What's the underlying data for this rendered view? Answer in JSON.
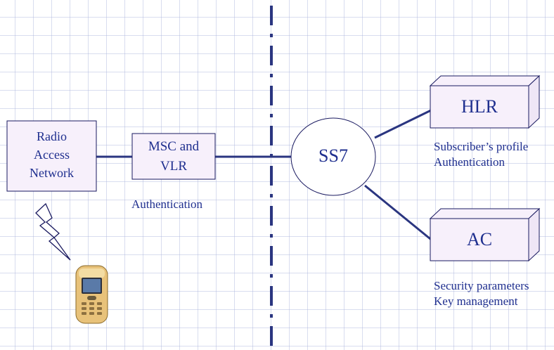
{
  "nodes": {
    "ran": {
      "label_lines": [
        "Radio",
        "Access",
        "Network"
      ]
    },
    "msc_vlr": {
      "label_lines": [
        "MSC and",
        "VLR"
      ],
      "caption": "Authentication"
    },
    "ss7": {
      "label": "SS7"
    },
    "hlr": {
      "label": "HLR",
      "caption_lines": [
        "Subscriber’s profile",
        "Authentication"
      ]
    },
    "ac": {
      "label": "AC",
      "caption_lines": [
        "Security parameters",
        "Key management"
      ]
    }
  },
  "colors": {
    "line": "#2a3580",
    "text": "#1f2f8f",
    "box_fill": "#f7f0fb",
    "box_stroke": "#1a1a60",
    "divider": "#2a3580",
    "grid": "#b5bde0"
  },
  "icons": [
    "lightning-icon",
    "mobile-phone-icon"
  ]
}
